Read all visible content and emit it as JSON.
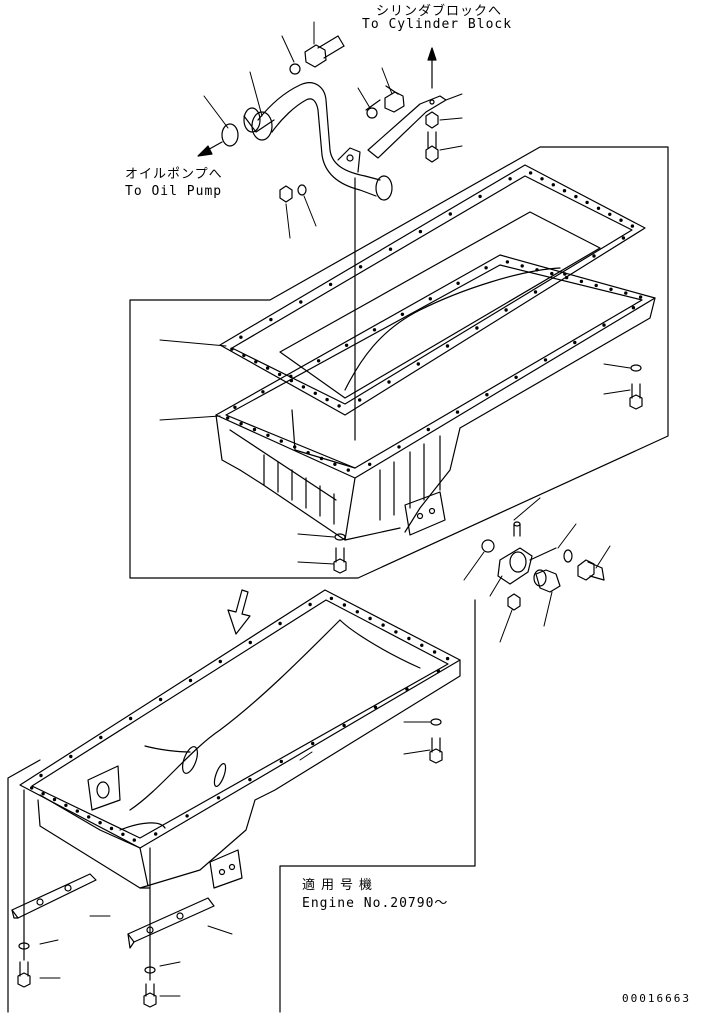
{
  "annotations": {
    "cylinder_block_jp": "シリンダブロックへ",
    "cylinder_block_en": "To Cylinder Block",
    "oil_pump_jp": "オイルポンプへ",
    "oil_pump_en": "To Oil Pump",
    "applicable_jp": "適用号機",
    "engine_no": "Engine No.20790～"
  },
  "drawing_number": "00016663",
  "colors": {
    "line": "#000000",
    "background": "#ffffff"
  }
}
